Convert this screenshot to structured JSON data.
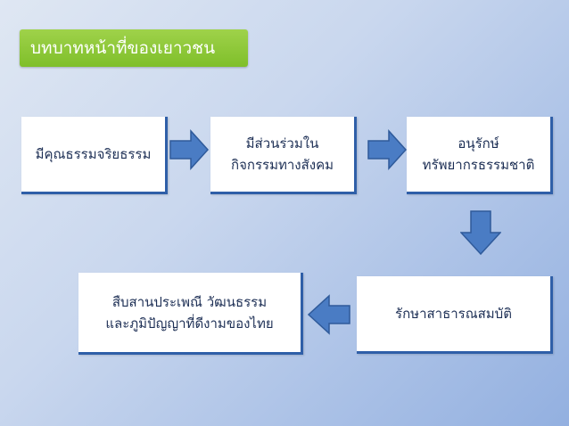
{
  "title": "บทบาทหน้าที่ของเยาวชน",
  "boxes": {
    "box1": [
      "มีคุณธรรมจริยธรรม"
    ],
    "box2": [
      "มีส่วนร่วมใน",
      "กิจกรรมทางสังคม"
    ],
    "box3": [
      "อนุรักษ์",
      "ทรัพยากรธรรมชาติ"
    ],
    "box4": [
      "รักษาสาธารณสมบัติ"
    ],
    "box5": [
      "สืบสานประเพณี วัฒนธรรม",
      "และภูมิปัญญาที่ดีงามของไทย"
    ]
  },
  "colors": {
    "title_bg": "#8ac63a",
    "box_border": "#2f5fa8",
    "arrow_fill": "#4a7cc4",
    "arrow_stroke": "#2f5a9a"
  }
}
